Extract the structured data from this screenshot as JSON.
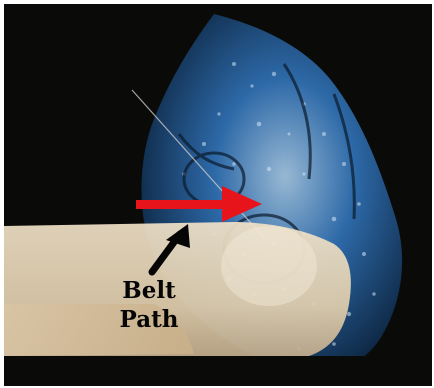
{
  "image": {
    "description_kind": "annotated MRI overlay photo",
    "colors": {
      "background": "#0a0b08",
      "scan_blue": "#2b6fb8",
      "scan_light": "#bcd6ea",
      "belt": "#e8d8b8",
      "red_arrow": "#e8141c",
      "black_arrow": "#050505"
    }
  },
  "annotation": {
    "line1": "Belt",
    "line2": "Path"
  }
}
